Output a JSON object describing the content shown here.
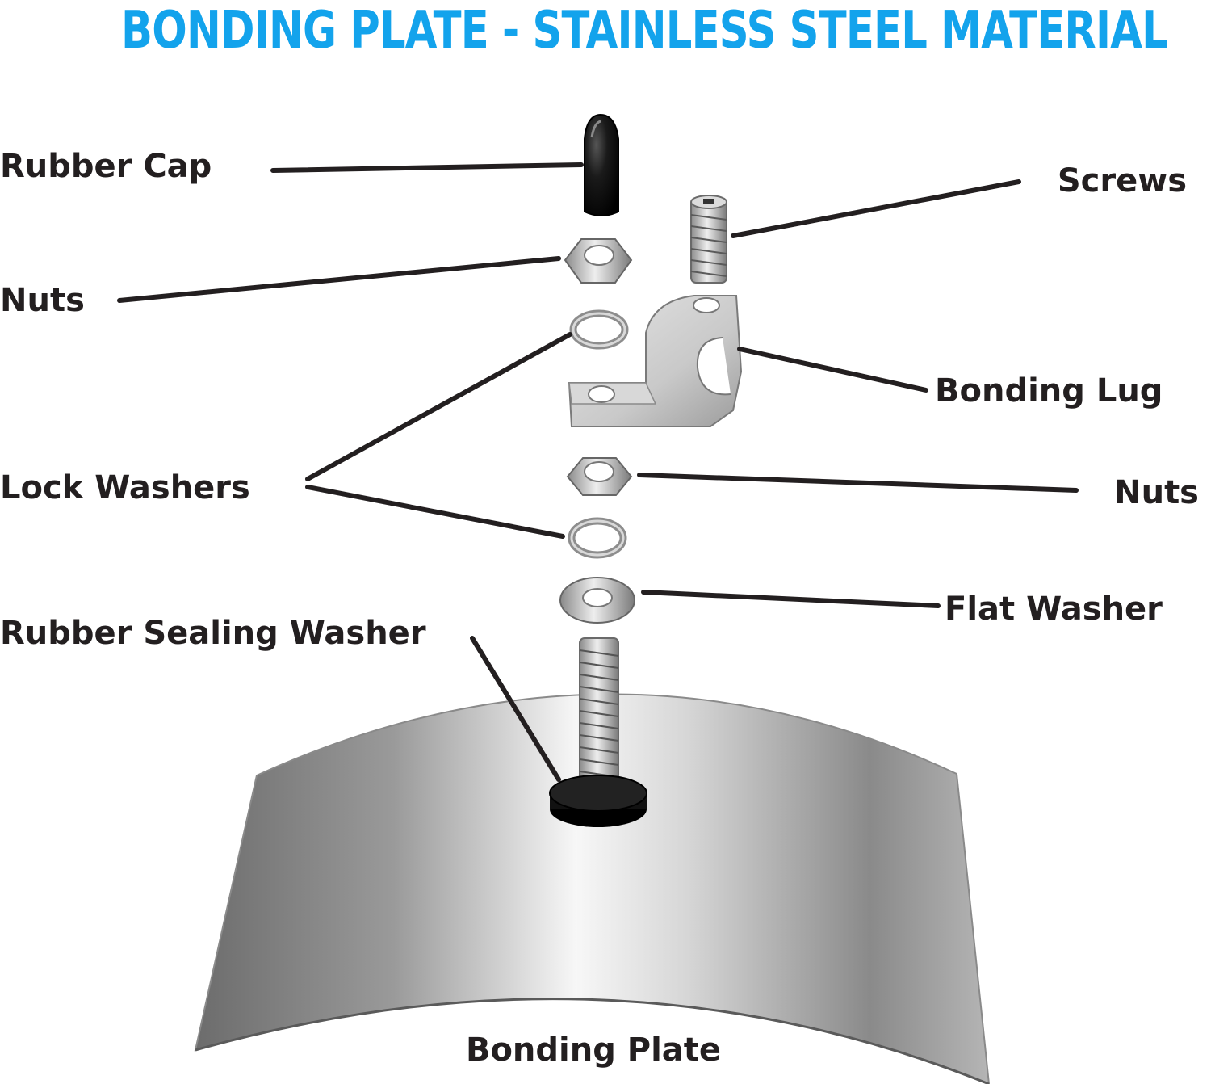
{
  "title": "BONDING PLATE - STAINLESS STEEL MATERIAL",
  "labels": {
    "rubber_cap": "Rubber Cap",
    "screws": "Screws",
    "nuts_top": "Nuts",
    "bonding_lug": "Bonding Lug",
    "lock_washers": "Lock Washers",
    "nuts_bottom": "Nuts",
    "flat_washer": "Flat Washer",
    "rubber_sealing_washer": "Rubber Sealing Washer",
    "bonding_plate": "Bonding Plate"
  },
  "colors": {
    "title": "#13a3ec",
    "label_text": "#231f20",
    "leader_line": "#231f20",
    "steel_light": "#f4f4f4",
    "steel_mid": "#b9b9b9",
    "steel_dark": "#6f6f6f",
    "rubber": "#151515"
  }
}
